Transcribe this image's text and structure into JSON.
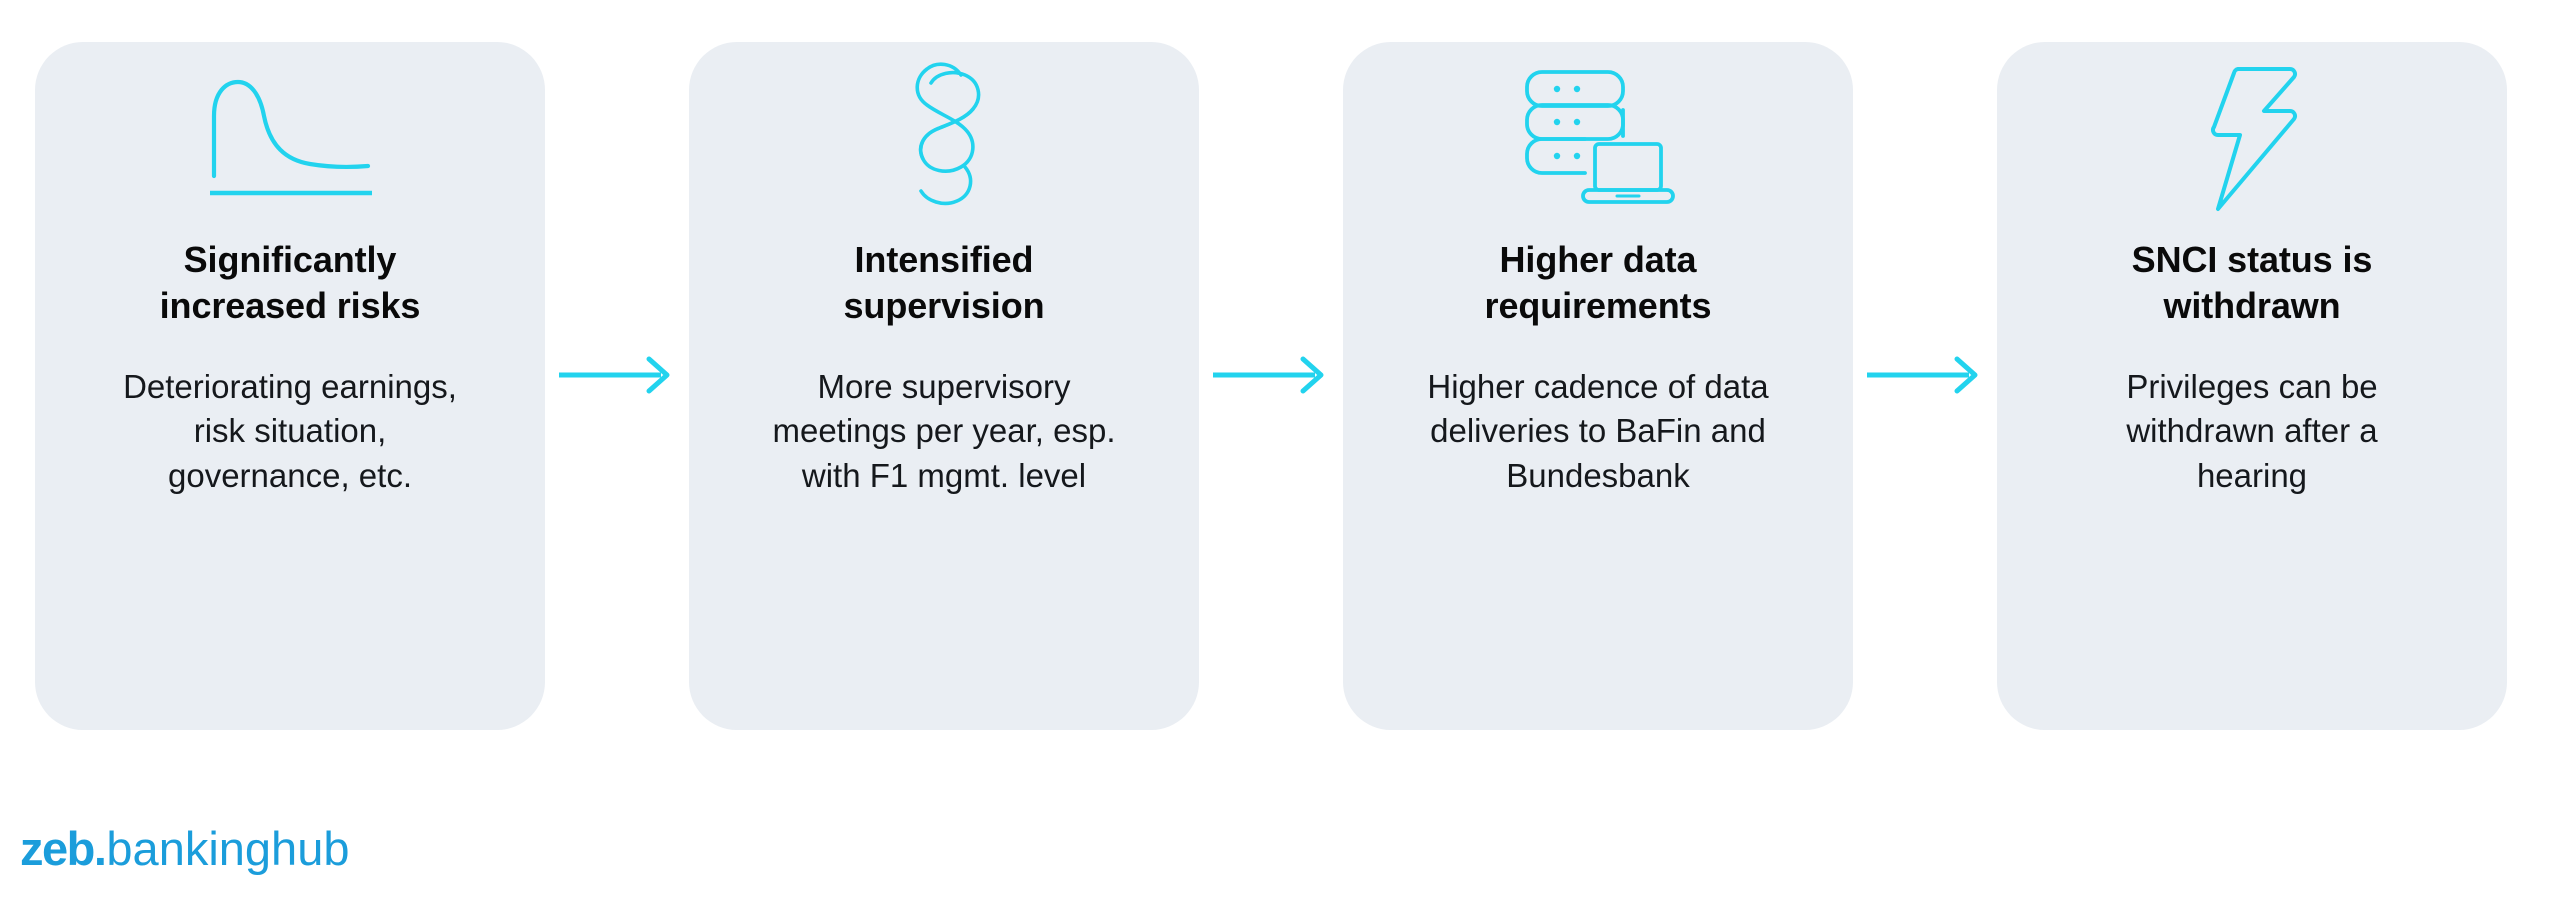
{
  "theme": {
    "background": "#ffffff",
    "card_fill": "#eaeef3",
    "accent_cyan": "#22d3ee",
    "logo_blue": "#1b9ddb",
    "title_color": "#0a0a0a",
    "body_color": "#15181c"
  },
  "diagram": {
    "type": "horizontal-process-flow",
    "step_count": 4,
    "connector": "arrow-right",
    "steps": [
      {
        "index": 1,
        "icon": "risk-curve-icon",
        "title": "Significantly\nincreased risks",
        "description": "Deteriorating earnings,\nrisk situation,\ngovernance, etc."
      },
      {
        "index": 2,
        "icon": "section-paragraph-icon",
        "title": "Intensified\nsupervision",
        "description": "More supervisory\nmeetings per year, esp.\nwith F1 mgmt. level"
      },
      {
        "index": 3,
        "icon": "server-laptop-icon",
        "title": "Higher data\nrequirements",
        "description": "Higher cadence of data\ndeliveries to BaFin and\nBundesbank"
      },
      {
        "index": 4,
        "icon": "lightning-bolt-icon",
        "title": "SNCI status is\nwithdrawn",
        "description": "Privileges can be\nwithdrawn after a\nhearing"
      }
    ]
  },
  "logo": {
    "brand": "zeb",
    "separator": ".",
    "product": "bankinghub"
  }
}
